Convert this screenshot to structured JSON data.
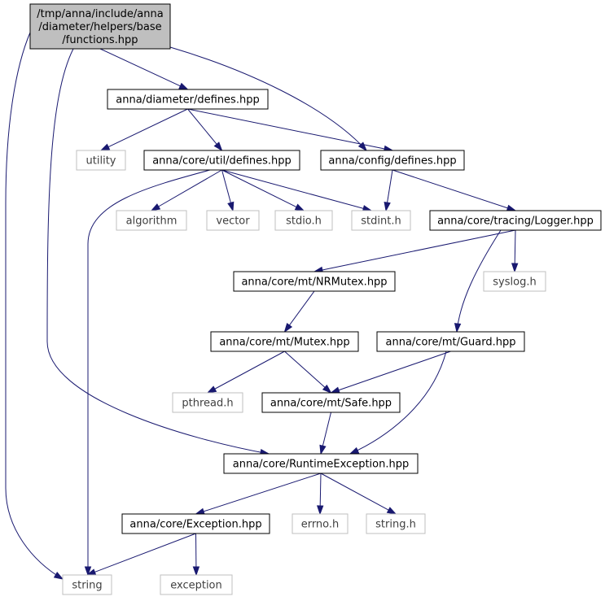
{
  "colors": {
    "edge": "#191970",
    "main_fill": "#bfbfbf",
    "header_border": "#000000",
    "system_border": "#bfbfbf",
    "system_text": "#3f3f3f"
  },
  "nodes": {
    "functions_hpp": {
      "lines": [
        "/tmp/anna/include/anna",
        "/diameter/helpers/base",
        "/functions.hpp"
      ],
      "kind": "main"
    },
    "diameter_defines": {
      "label": "anna/diameter/defines.hpp",
      "kind": "header"
    },
    "utility": {
      "label": "utility",
      "kind": "system"
    },
    "util_defines": {
      "label": "anna/core/util/defines.hpp",
      "kind": "header"
    },
    "config_defines": {
      "label": "anna/config/defines.hpp",
      "kind": "header"
    },
    "algorithm": {
      "label": "algorithm",
      "kind": "system"
    },
    "vector": {
      "label": "vector",
      "kind": "system"
    },
    "stdio_h": {
      "label": "stdio.h",
      "kind": "system"
    },
    "stdint_h": {
      "label": "stdint.h",
      "kind": "system"
    },
    "logger": {
      "label": "anna/core/tracing/Logger.hpp",
      "kind": "header"
    },
    "nrmutex": {
      "label": "anna/core/mt/NRMutex.hpp",
      "kind": "header"
    },
    "syslog_h": {
      "label": "syslog.h",
      "kind": "system"
    },
    "mutex": {
      "label": "anna/core/mt/Mutex.hpp",
      "kind": "header"
    },
    "guard": {
      "label": "anna/core/mt/Guard.hpp",
      "kind": "header"
    },
    "pthread_h": {
      "label": "pthread.h",
      "kind": "system"
    },
    "safe": {
      "label": "anna/core/mt/Safe.hpp",
      "kind": "header"
    },
    "runtime_exception": {
      "label": "anna/core/RuntimeException.hpp",
      "kind": "header"
    },
    "exception_hpp": {
      "label": "anna/core/Exception.hpp",
      "kind": "header"
    },
    "errno_h": {
      "label": "errno.h",
      "kind": "system"
    },
    "string_h": {
      "label": "string.h",
      "kind": "system"
    },
    "string": {
      "label": "string",
      "kind": "system"
    },
    "exception": {
      "label": "exception",
      "kind": "system"
    }
  },
  "edges": [
    {
      "from": "functions_hpp",
      "to": "diameter_defines"
    },
    {
      "from": "functions_hpp",
      "to": "config_defines"
    },
    {
      "from": "functions_hpp",
      "to": "runtime_exception"
    },
    {
      "from": "functions_hpp",
      "to": "string"
    },
    {
      "from": "diameter_defines",
      "to": "utility"
    },
    {
      "from": "diameter_defines",
      "to": "util_defines"
    },
    {
      "from": "diameter_defines",
      "to": "config_defines"
    },
    {
      "from": "util_defines",
      "to": "algorithm"
    },
    {
      "from": "util_defines",
      "to": "vector"
    },
    {
      "from": "util_defines",
      "to": "stdio_h"
    },
    {
      "from": "util_defines",
      "to": "stdint_h"
    },
    {
      "from": "util_defines",
      "to": "string"
    },
    {
      "from": "config_defines",
      "to": "stdint_h"
    },
    {
      "from": "config_defines",
      "to": "logger"
    },
    {
      "from": "logger",
      "to": "nrmutex"
    },
    {
      "from": "logger",
      "to": "syslog_h"
    },
    {
      "from": "logger",
      "to": "guard"
    },
    {
      "from": "nrmutex",
      "to": "mutex"
    },
    {
      "from": "mutex",
      "to": "pthread_h"
    },
    {
      "from": "mutex",
      "to": "safe"
    },
    {
      "from": "guard",
      "to": "safe"
    },
    {
      "from": "guard",
      "to": "runtime_exception"
    },
    {
      "from": "safe",
      "to": "runtime_exception"
    },
    {
      "from": "runtime_exception",
      "to": "exception_hpp"
    },
    {
      "from": "runtime_exception",
      "to": "errno_h"
    },
    {
      "from": "runtime_exception",
      "to": "string_h"
    },
    {
      "from": "exception_hpp",
      "to": "string"
    },
    {
      "from": "exception_hpp",
      "to": "exception"
    }
  ]
}
